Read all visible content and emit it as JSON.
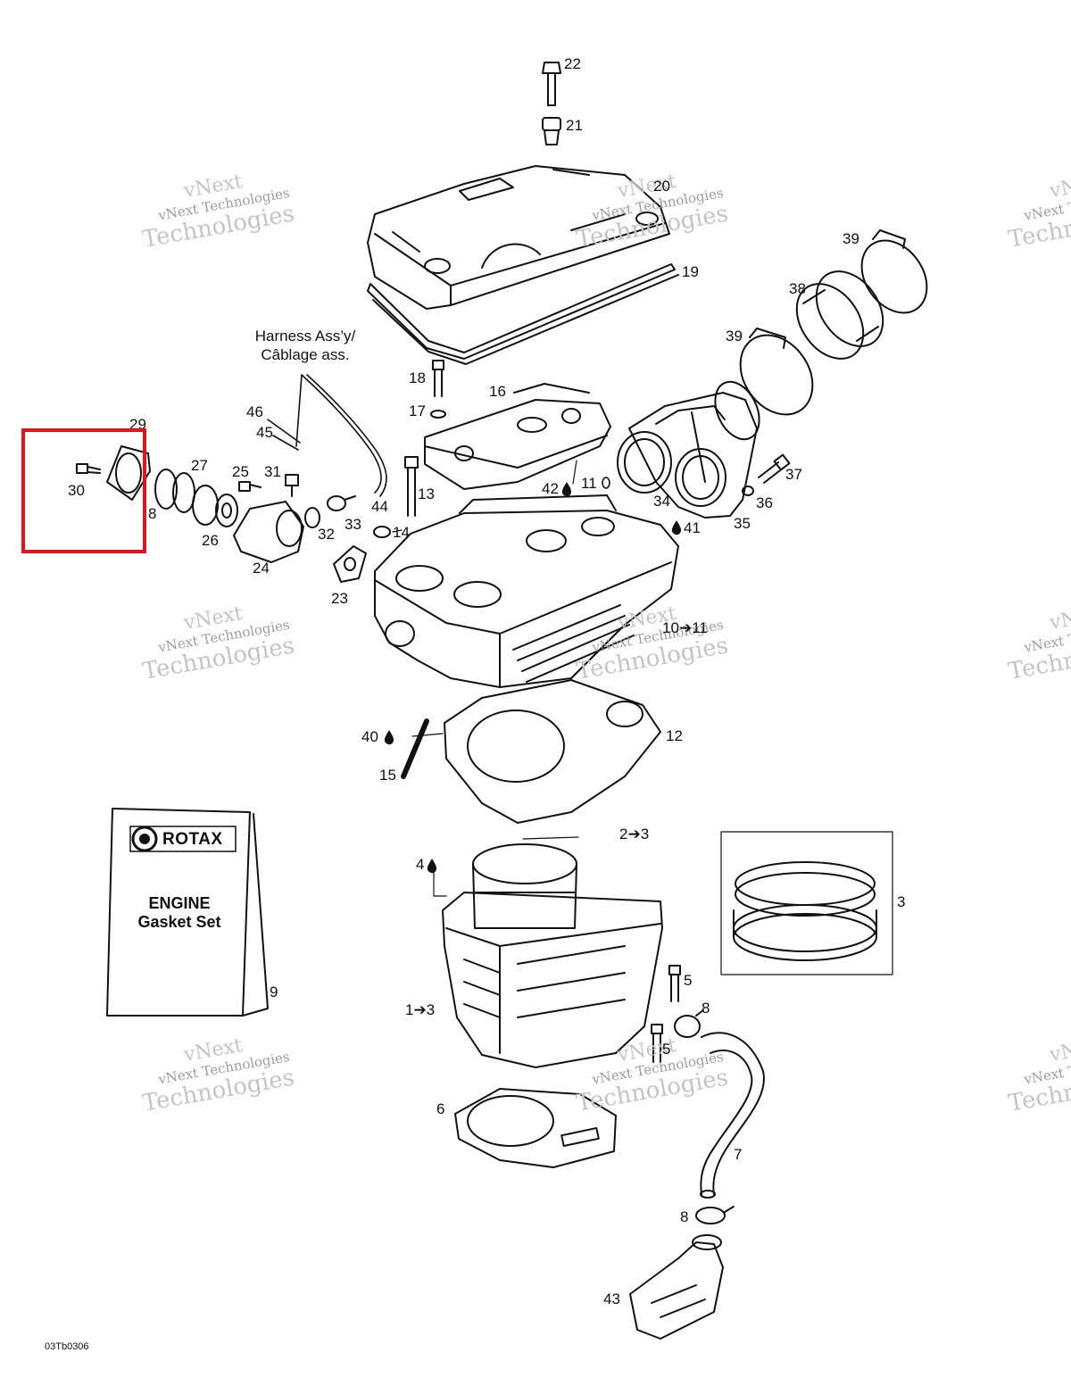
{
  "diagram": {
    "harness_label_line1": "Harness Ass’y/",
    "harness_label_line2": "Câblage ass.",
    "booklet": {
      "brand": "ROTAX",
      "title_line1": "ENGINE",
      "title_line2": "Gasket Set"
    },
    "figure_code": "03Tb0306",
    "watermark": {
      "line1": "vNext",
      "line2": "vNext Technologies",
      "line3": "Technologies"
    },
    "highlight_color": "#e0141b",
    "callouts": [
      {
        "id": "c22",
        "text": "22"
      },
      {
        "id": "c21",
        "text": "21"
      },
      {
        "id": "c20",
        "text": "20"
      },
      {
        "id": "c19",
        "text": "19"
      },
      {
        "id": "c39a",
        "text": "39"
      },
      {
        "id": "c38",
        "text": "38"
      },
      {
        "id": "c39b",
        "text": "39"
      },
      {
        "id": "c18",
        "text": "18"
      },
      {
        "id": "c16",
        "text": "16"
      },
      {
        "id": "c17",
        "text": "17"
      },
      {
        "id": "c46",
        "text": "46"
      },
      {
        "id": "c45",
        "text": "45"
      },
      {
        "id": "c29",
        "text": "29"
      },
      {
        "id": "c27",
        "text": "27"
      },
      {
        "id": "c25",
        "text": "25"
      },
      {
        "id": "c31",
        "text": "31"
      },
      {
        "id": "c30",
        "text": "30"
      },
      {
        "id": "c28",
        "text": "8"
      },
      {
        "id": "c26",
        "text": "26"
      },
      {
        "id": "c24",
        "text": "24"
      },
      {
        "id": "c32",
        "text": "32"
      },
      {
        "id": "c33",
        "text": "33"
      },
      {
        "id": "c44",
        "text": "44"
      },
      {
        "id": "c13",
        "text": "13"
      },
      {
        "id": "c42",
        "text": "42"
      },
      {
        "id": "c11",
        "text": "11"
      },
      {
        "id": "c37",
        "text": "37"
      },
      {
        "id": "c34",
        "text": "34"
      },
      {
        "id": "c36",
        "text": "36"
      },
      {
        "id": "c35",
        "text": "35"
      },
      {
        "id": "c41",
        "text": "41"
      },
      {
        "id": "c14",
        "text": "14"
      },
      {
        "id": "c23",
        "text": "23"
      },
      {
        "id": "c10",
        "text": "10➔11"
      },
      {
        "id": "c40",
        "text": "40"
      },
      {
        "id": "c12",
        "text": "12"
      },
      {
        "id": "c15",
        "text": "15"
      },
      {
        "id": "c2",
        "text": "2➔3"
      },
      {
        "id": "c4",
        "text": "4"
      },
      {
        "id": "c3",
        "text": "3"
      },
      {
        "id": "c9",
        "text": "9"
      },
      {
        "id": "c5a",
        "text": "5"
      },
      {
        "id": "c1",
        "text": "1➔3"
      },
      {
        "id": "c8a",
        "text": "8"
      },
      {
        "id": "c5b",
        "text": "5"
      },
      {
        "id": "c6",
        "text": "6"
      },
      {
        "id": "c7",
        "text": "7"
      },
      {
        "id": "c8b",
        "text": "8"
      },
      {
        "id": "c43",
        "text": "43"
      }
    ]
  }
}
